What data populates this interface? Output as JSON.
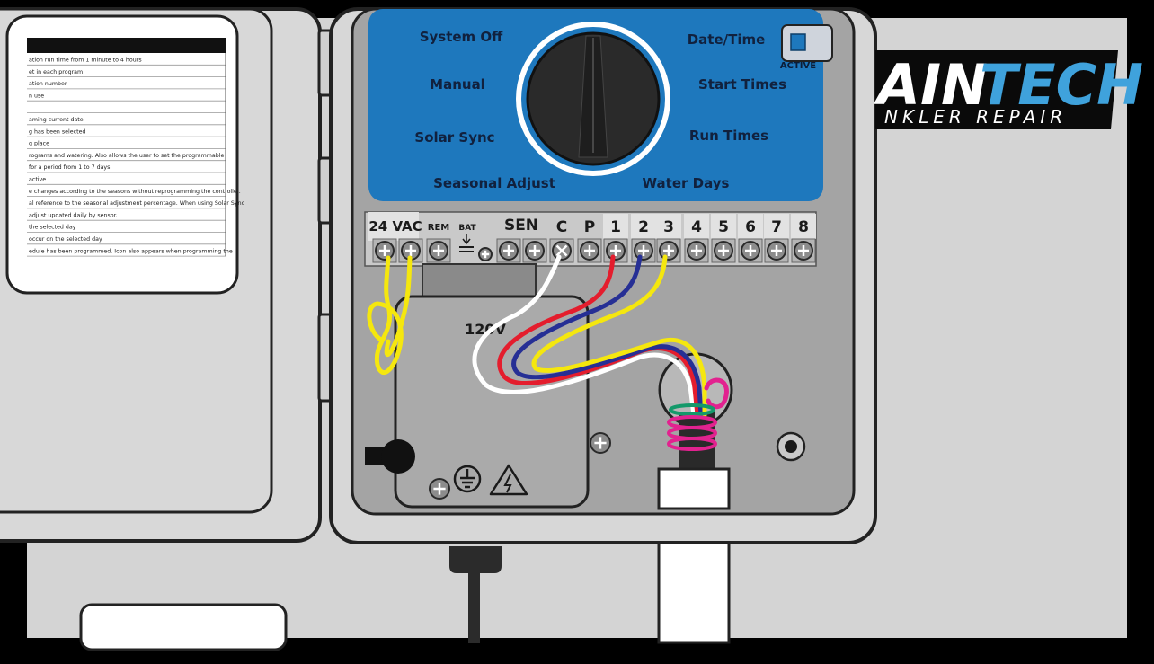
{
  "dial": {
    "options": [
      "System Off",
      "Manual",
      "Solar Sync",
      "Seasonal Adjust",
      "Date/Time",
      "Start Times",
      "Run Times",
      "Water Days"
    ],
    "active_label": "ACTIVE"
  },
  "brand": {
    "line1a": "AIN",
    "line1b": "TECH",
    "line2": "NKLER REPAIR"
  },
  "terminals": {
    "vac": "24 VAC",
    "rem": "REM",
    "bat": "BAT",
    "sen": "SEN",
    "c": "C",
    "p": "P",
    "zones": [
      "1",
      "2",
      "3",
      "4",
      "5",
      "6",
      "7",
      "8"
    ]
  },
  "box_label": "120V",
  "manual_lines": [
    "ation run time from 1 minute to 4 hours",
    "et in each program",
    "ation number",
    "n use",
    "",
    "aming current date",
    "g has been selected",
    "g place",
    "rograms and watering. Also allows the user to set the programmable",
    "for a period from 1 to 7 days.",
    "active",
    "e changes according to the seasons without reprogramming the controller.",
    "al reference to the seasonal adjustment percentage. When using Solar Sync",
    "adjust updated daily by sensor.",
    "the selected day",
    "occur on the selected day",
    "edule has been programmed. Icon also appears when programming the"
  ],
  "colors": {
    "panel_blue": "#1e78bd",
    "brand_blue": "#3fa2dc",
    "wire_red": "#e41d2d",
    "wire_blue": "#262f95",
    "wire_yellow": "#f5e70e",
    "wire_white": "#ffffff",
    "tape_green": "#14996a",
    "tape_pink": "#e2228f"
  }
}
